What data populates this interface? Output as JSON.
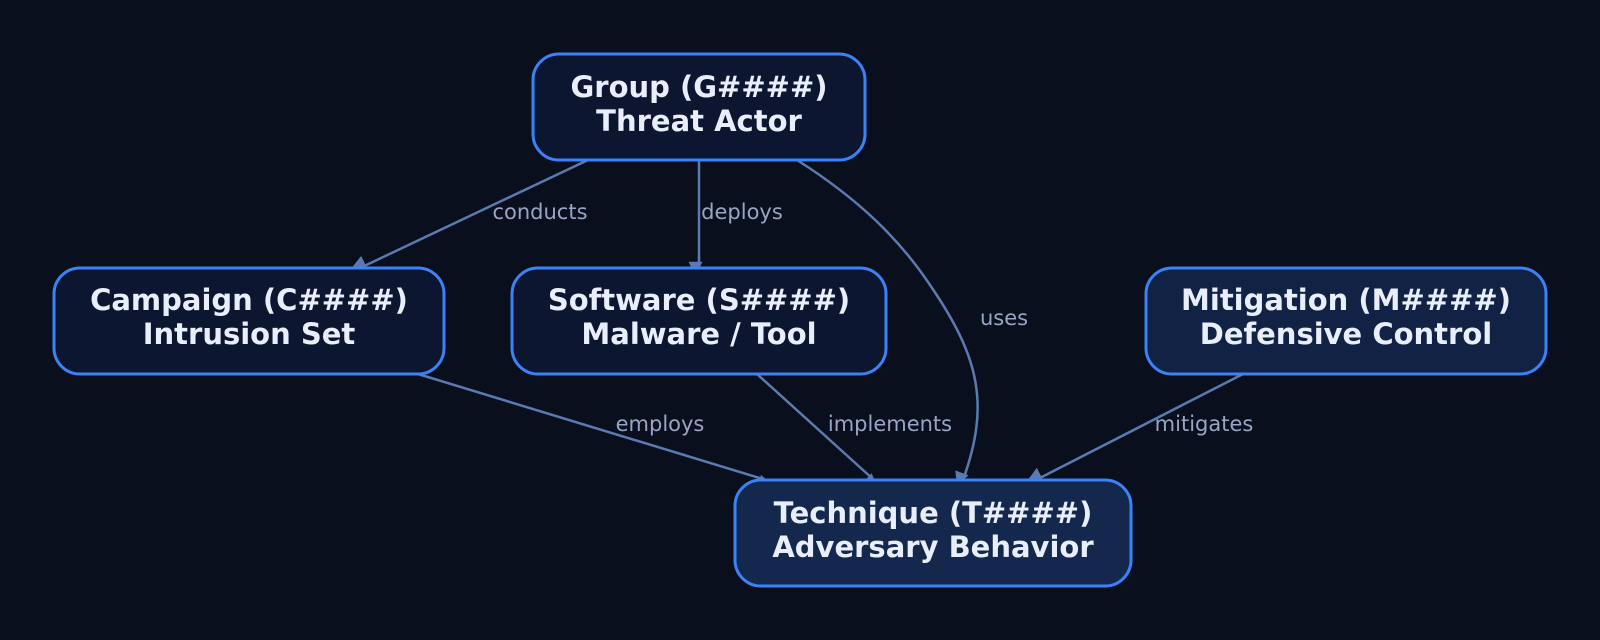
{
  "colors": {
    "background": "#0a0f1e",
    "node_border": "#3b82f6",
    "node_fill_dark": "#0d1630",
    "node_fill_mid": "#112244",
    "node_fill_light": "#13284c",
    "node_text": "#e8eefc",
    "edge": "#5b7bb0",
    "edge_label": "#97a6c4"
  },
  "nodes": {
    "group": {
      "line1": "Group (G####)",
      "line2": "Threat Actor"
    },
    "campaign": {
      "line1": "Campaign (C####)",
      "line2": "Intrusion Set"
    },
    "software": {
      "line1": "Software (S####)",
      "line2": "Malware / Tool"
    },
    "mitigation": {
      "line1": "Mitigation (M####)",
      "line2": "Defensive Control"
    },
    "technique": {
      "line1": "Technique (T####)",
      "line2": "Adversary Behavior"
    }
  },
  "edges": {
    "conducts": "conducts",
    "deploys": "deploys",
    "uses": "uses",
    "employs": "employs",
    "implements": "implements",
    "mitigates": "mitigates"
  }
}
